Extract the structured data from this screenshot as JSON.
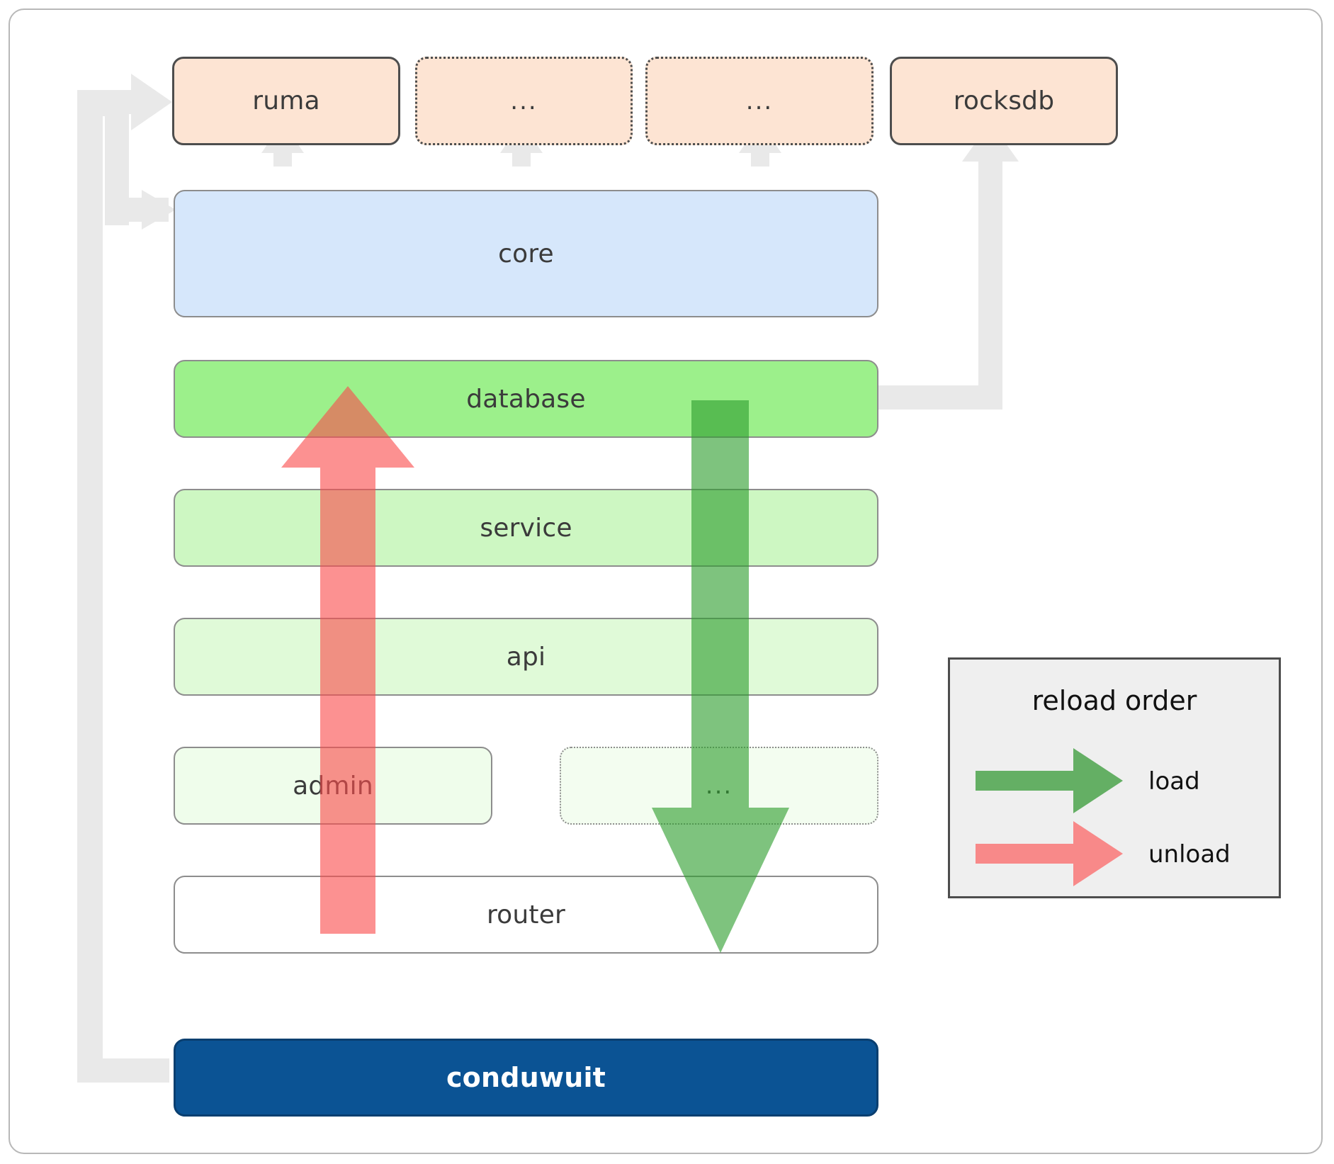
{
  "diagram": {
    "title": "conduwuit module / reload order architecture",
    "colors": {
      "crate_fill": "#fde4d3",
      "crate_stroke": "#4d4d4d",
      "core_fill": "#d6e7fb",
      "database_fill": "#9cf08b",
      "service_fill": "#cdf7c2",
      "api_fill": "#e0fad8",
      "admin_fill": "#effdeb",
      "router_fill": "#ffffff",
      "conduwuit_fill": "#0b5394",
      "conduwuit_text": "#ffffff",
      "connector_gray": "#e8e8e8",
      "load_arrow": "#4ca64c",
      "unload_arrow": "#fa8686",
      "legend_fill": "#efefef",
      "frame_stroke": "#b8b8b8"
    },
    "crates": [
      {
        "label": "ruma",
        "style": "solid"
      },
      {
        "label": "...",
        "style": "dotted"
      },
      {
        "label": "...",
        "style": "dotted"
      },
      {
        "label": "rocksdb",
        "style": "solid"
      }
    ],
    "core": {
      "label": "core"
    },
    "layers": [
      {
        "label": "database",
        "style": "solid"
      },
      {
        "label": "service",
        "style": "solid"
      },
      {
        "label": "api",
        "style": "solid"
      },
      {
        "label": "admin",
        "style": "solid"
      },
      {
        "label": "...",
        "style": "dotted"
      },
      {
        "label": "router",
        "style": "solid"
      }
    ],
    "binary": {
      "label": "conduwuit"
    },
    "legend": {
      "title": "reload order",
      "items": [
        {
          "label": "load",
          "color": "#4ca64c",
          "direction": "right"
        },
        {
          "label": "unload",
          "color": "#fa8686",
          "direction": "right"
        }
      ]
    },
    "flow_arrows": [
      {
        "name": "unload-arrow",
        "label": "unload",
        "color": "#fa8686",
        "direction": "up",
        "from": "router",
        "to": "database"
      },
      {
        "name": "load-arrow",
        "label": "load",
        "color": "#4ca64c",
        "direction": "down",
        "from": "database",
        "to": "router"
      }
    ],
    "connectors": [
      {
        "from": "conduwuit",
        "to": "ruma",
        "style": "gray-elbow-arrow"
      },
      {
        "from": "conduwuit",
        "to": "core",
        "style": "gray-elbow-arrow"
      },
      {
        "from": "core",
        "to": "ruma",
        "style": "gray-up-arrow"
      },
      {
        "from": "core",
        "to": "...",
        "style": "gray-up-arrow"
      },
      {
        "from": "core",
        "to": "...",
        "style": "gray-up-arrow"
      },
      {
        "from": "database",
        "to": "rocksdb",
        "style": "gray-elbow-up-arrow"
      }
    ]
  }
}
